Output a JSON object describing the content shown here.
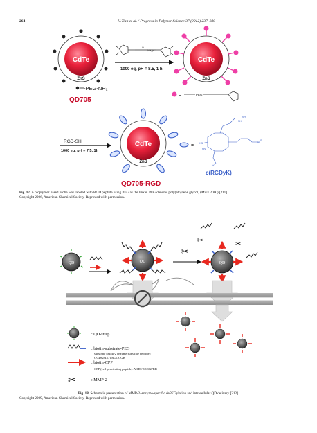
{
  "header": {
    "page_number": "264",
    "journal": "H.Tian et al. / Progress in Polymer Science 37 (2012) 237–280"
  },
  "figure17": {
    "core_label": "CdTe",
    "shell_label": "ZnS",
    "step1_condition": "1000 eq, pH = 8.5, 1 h",
    "peg_legend": "-PEG-NH₂",
    "qd705_label": "QD705",
    "peg_chain_label": "PEG",
    "rgd_reagent": "RGD-SH",
    "step2_condition": "1000 eq, pH = 7.5, 1h",
    "qd705_rgd_label": "QD705-RGD",
    "rgdyk_label": "c(RGDyK)",
    "caption_label": "Fig. 17.",
    "caption_text": "A bioplymer based probe was labeled with RGD peptide using PEG as the linker. PEG denotes poly(ethylene glycol) (Mw= 2000) [211].",
    "copyright": "Copyright 2006, American Chemical Society. Reprinted with permission."
  },
  "figure18": {
    "qd_label": "QD",
    "legend_qd": ": QD-strep",
    "legend_peg": ": biotin-substrate-PEG",
    "legend_peg_sub1": "substrate (MMP2 enzyme substrate peptide):",
    "legend_peg_sub2": "GGDGPLGVRGGGGK",
    "legend_cpp": ": biotin-CPP",
    "legend_cpp_sub": "CPP (cell penetrating peptide): YARVRRRGPRR",
    "legend_mmp": ": MMP-2",
    "caption_label": "Fig. 18.",
    "caption_text": "Schematic presentation of MMP-2–enzyme-specific dePEGylation and intracellular QD delivery [212].",
    "copyright": "Copyright 2009, American Chemical Society. Reprinted with permission."
  },
  "colors": {
    "core_red": "#e8203a",
    "pink": "#ee3fa6",
    "dark_red": "#c8102e",
    "blue_ellipse": "#3a5fc8",
    "arrow_red": "#e8281f",
    "green": "#3aa83a"
  }
}
